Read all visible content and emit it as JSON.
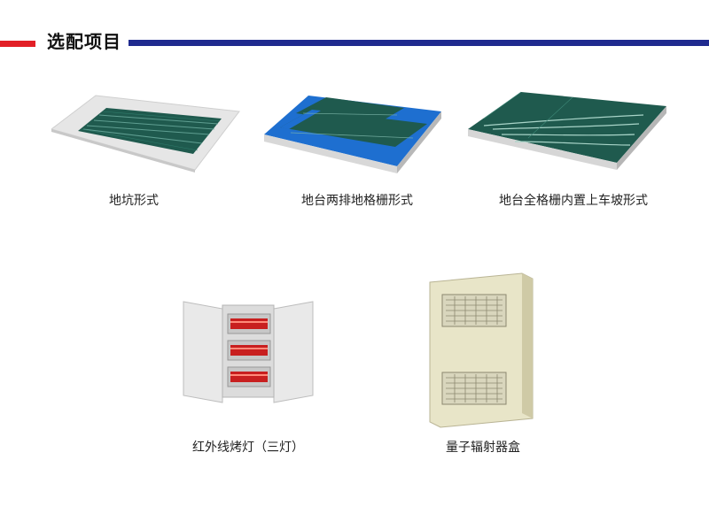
{
  "header": {
    "title": "选配项目",
    "accent_red": "#e21f26",
    "accent_blue": "#1f2a8f"
  },
  "options": [
    {
      "label": "地坑形式",
      "icon": "pit-grating-icon"
    },
    {
      "label": "地台两排地格栅形式",
      "icon": "platform-two-row-grating-icon"
    },
    {
      "label": "地台全格栅内置上车坡形式",
      "icon": "platform-full-grating-ramp-icon"
    },
    {
      "label": "红外线烤灯（三灯）",
      "icon": "infrared-lamp-three-icon"
    },
    {
      "label": "量子辐射器盒",
      "icon": "quantum-radiator-box-icon"
    }
  ]
}
